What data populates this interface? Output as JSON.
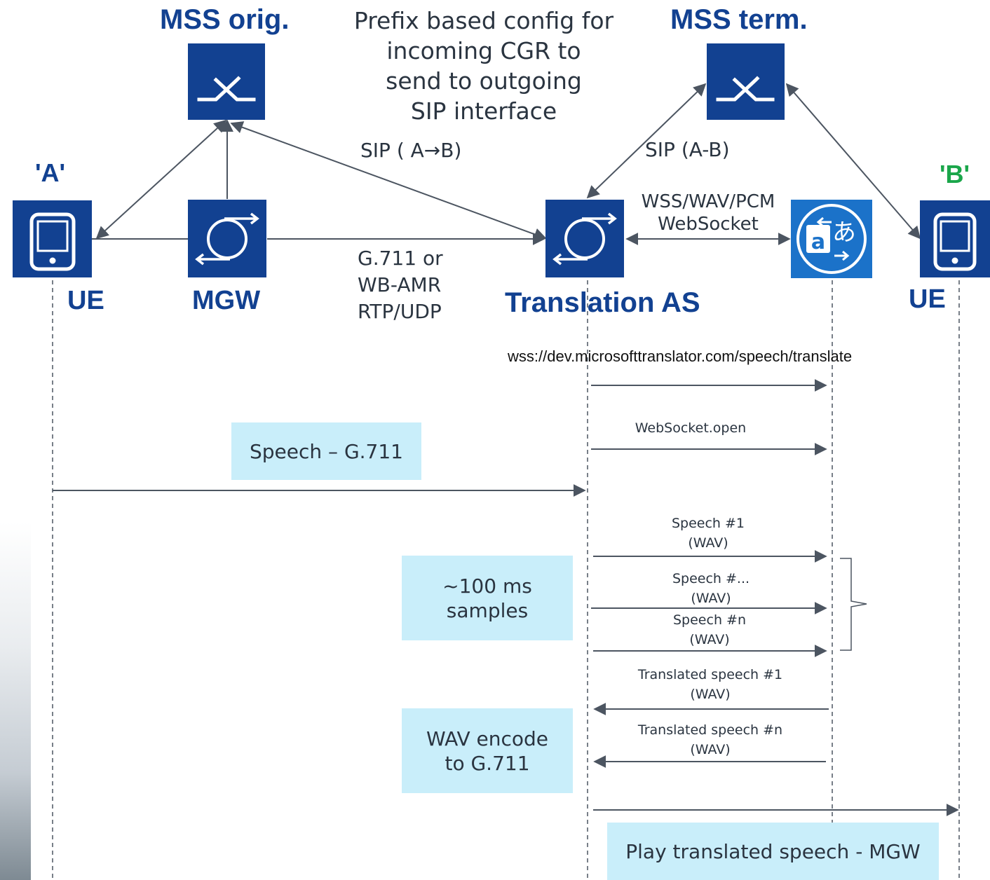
{
  "nodes": {
    "mss_orig": "MSS orig.",
    "mss_term": "MSS term.",
    "ue_a_tag": "'A'",
    "ue_b_tag": "'B'",
    "ue_a": "UE",
    "ue_b": "UE",
    "mgw": "MGW",
    "translation_as": "Translation AS"
  },
  "notes": {
    "prefix_config": [
      "Prefix based config for",
      "incoming CGR to",
      "send to outgoing",
      "SIP interface"
    ],
    "sip_orig": "SIP ( A→B)",
    "sip_term": "SIP (A-B)",
    "wss_line1": "WSS/WAV/PCM",
    "wss_line2": "WebSocket",
    "codec": [
      "G.711 or",
      "WB-AMR",
      "RTP/UDP"
    ],
    "wss_url": "wss://dev.microsofttranslator.com/speech/translate"
  },
  "messages": {
    "ws_open": "WebSocket.open",
    "speech_1": [
      "Speech #1",
      "(WAV)"
    ],
    "speech_dots": [
      "Speech #...",
      "(WAV)"
    ],
    "speech_n": [
      "Speech #n",
      "(WAV)"
    ],
    "translated_1": [
      "Translated speech #1",
      "(WAV)"
    ],
    "translated_n": [
      "Translated speech #n",
      "(WAV)"
    ]
  },
  "boxes": {
    "speech_g711": "Speech – G.711",
    "samples": [
      "~100 ms",
      "samples"
    ],
    "wav_encode": [
      "WAV encode",
      "to G.711"
    ],
    "play_translated": "Play translated speech - MGW"
  },
  "colors": {
    "nokia_blue": "#124191",
    "translator_blue": "#1b72c9",
    "note_box": "#c9eefa",
    "b_tag_green": "#1aa64a",
    "arrow": "#4c5561"
  },
  "icons": {
    "mss": "switch-icon",
    "ue": "mobile-phone-icon",
    "mgw": "media-gateway-icon",
    "translation_as": "media-gateway-icon",
    "translator": "translator-icon"
  }
}
